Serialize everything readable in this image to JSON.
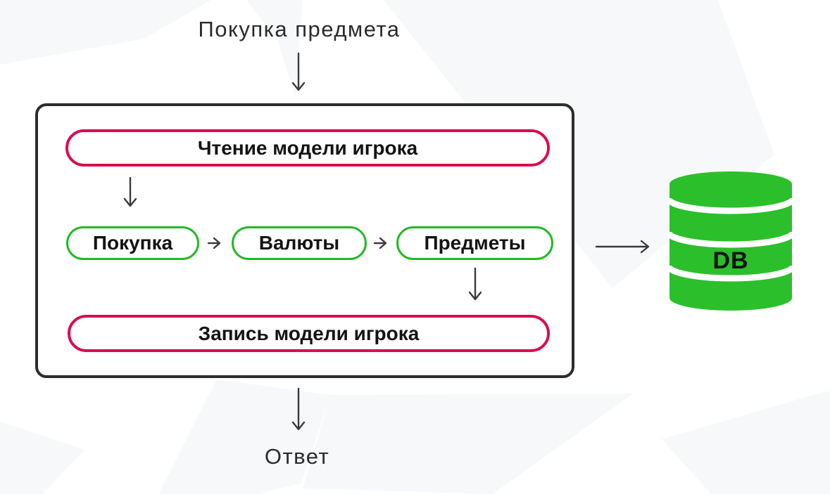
{
  "diagram": {
    "input_label": "Покупка предмета",
    "output_label": "Ответ",
    "process_box": {
      "read_pill": "Чтение модели игрока",
      "steps": [
        "Покупка",
        "Валюты",
        "Предметы"
      ],
      "write_pill": "Запись модели игрока"
    },
    "database": {
      "label": "DB"
    },
    "colors": {
      "red_pill_border": "#d90d4f",
      "green_pill_border": "#22ba22",
      "database_green": "#2bc02b",
      "box_border": "#2d2d2d",
      "arrow": "#3a3a3a",
      "text": "#1a1a1a",
      "background_polygon": "#f7f8f9"
    },
    "icons": {
      "database": "database-icon",
      "arrow_down": "arrow-down-icon",
      "arrow_right": "arrow-right-icon"
    }
  }
}
